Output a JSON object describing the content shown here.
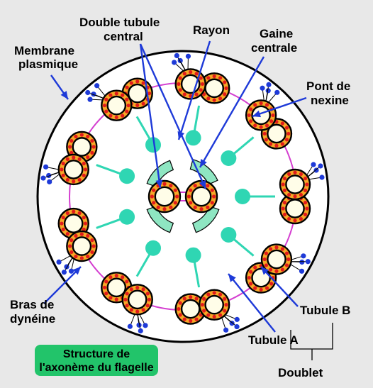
{
  "labels": {
    "membrane_1": "Membrane",
    "membrane_2": "plasmique",
    "double_tubule_1": "Double tubule",
    "double_tubule_2": "central",
    "rayon": "Rayon",
    "gaine_1": "Gaine",
    "gaine_2": "centrale",
    "pont_1": "Pont de",
    "pont_2": "nexine",
    "bras_1": "Bras de",
    "bras_2": "dynéine",
    "tubule_b": "Tubule B",
    "tubule_a": "Tubule A",
    "doublet": "Doublet"
  },
  "caption": {
    "line1": "Structure de",
    "line2": "l'axonème du flagelle"
  },
  "colors": {
    "background": "#e8e8e8",
    "cell": "#ffffff",
    "tubule_fill": "#f7a827",
    "tubule_inner": "#fffde8",
    "dots": "#e21b1b",
    "dynein": "#1e3ad8",
    "nexin": "#d43fd0",
    "spoke": "#2fd6b3",
    "central_sheath": "#8ee6c2",
    "pointer": "#1e3ad8",
    "caption_bg": "#22c46a"
  }
}
